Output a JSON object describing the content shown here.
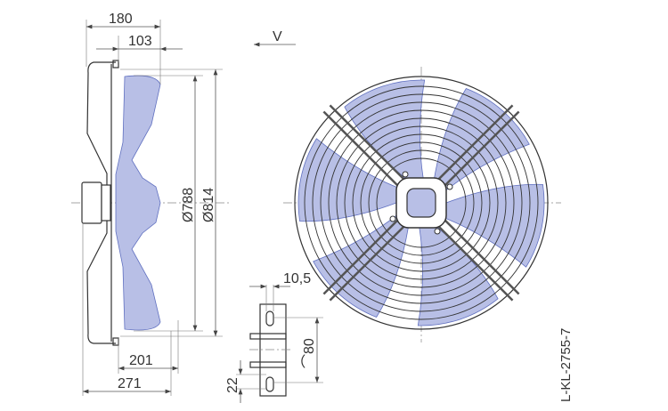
{
  "drawing": {
    "dimensions": {
      "depth_total": "180",
      "depth_blade": "103",
      "dia_impeller": "Ø788",
      "dia_guard": "Ø814",
      "width_201": "201",
      "width_271": "271",
      "slot_width": "10,5",
      "hole_spacing": "⌒80",
      "slot_offset": "22"
    },
    "view_label": "V",
    "drawing_number": "L-KL-2755-7",
    "colors": {
      "blade": "#b8bfe6",
      "blade_edge": "#6070c0",
      "line": "#333333"
    }
  }
}
